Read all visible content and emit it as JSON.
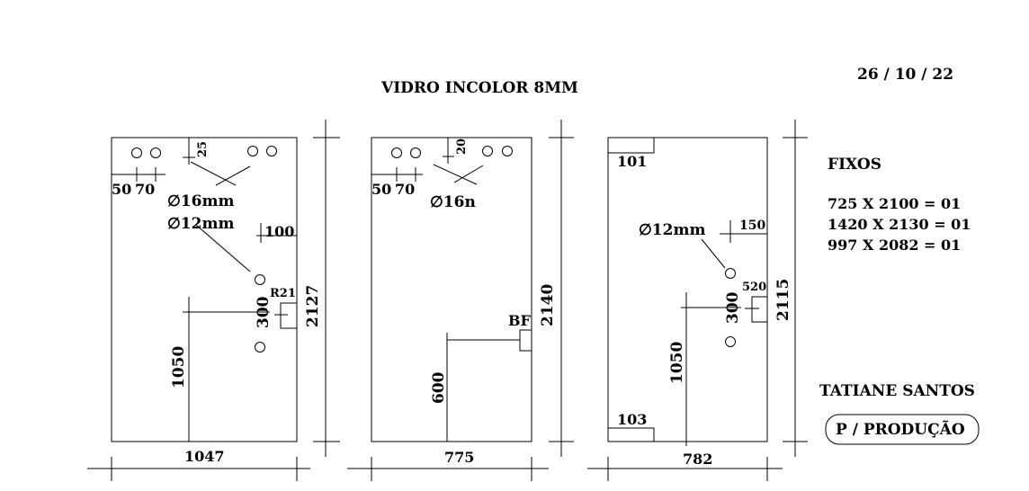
{
  "header": {
    "title": "VIDRO INCOLOR 8MM",
    "date": "26 / 10 / 22"
  },
  "panel1": {
    "hole_a": "50",
    "hole_b": "70",
    "top_offset": "25",
    "dia_16": "∅16mm",
    "dia_12": "∅12mm",
    "offset_100": "100",
    "radius": "R21",
    "spacing_300": "300",
    "height_1050": "1050",
    "total_height": "2127",
    "width": "1047"
  },
  "panel2": {
    "hole_a": "50",
    "hole_b": "70",
    "top_offset": "20",
    "dia_16": "∅16n",
    "bf": "BF",
    "height_600": "600",
    "total_height": "2140",
    "width": "775"
  },
  "panel3": {
    "corner_top": "101",
    "corner_bottom": "103",
    "dia_12": "∅12mm",
    "offset_150": "150",
    "offset_520": "520",
    "spacing_300": "300",
    "height_1050": "1050",
    "total_height": "2115",
    "width": "782"
  },
  "fixos": {
    "title": "FIXOS",
    "items": [
      "725 X 2100 = 01",
      "1420 X 2130 = 01",
      "997 X 2082 = 01"
    ]
  },
  "client": {
    "name": "TATIANE SANTOS",
    "status": "P / PRODUÇÃO"
  }
}
